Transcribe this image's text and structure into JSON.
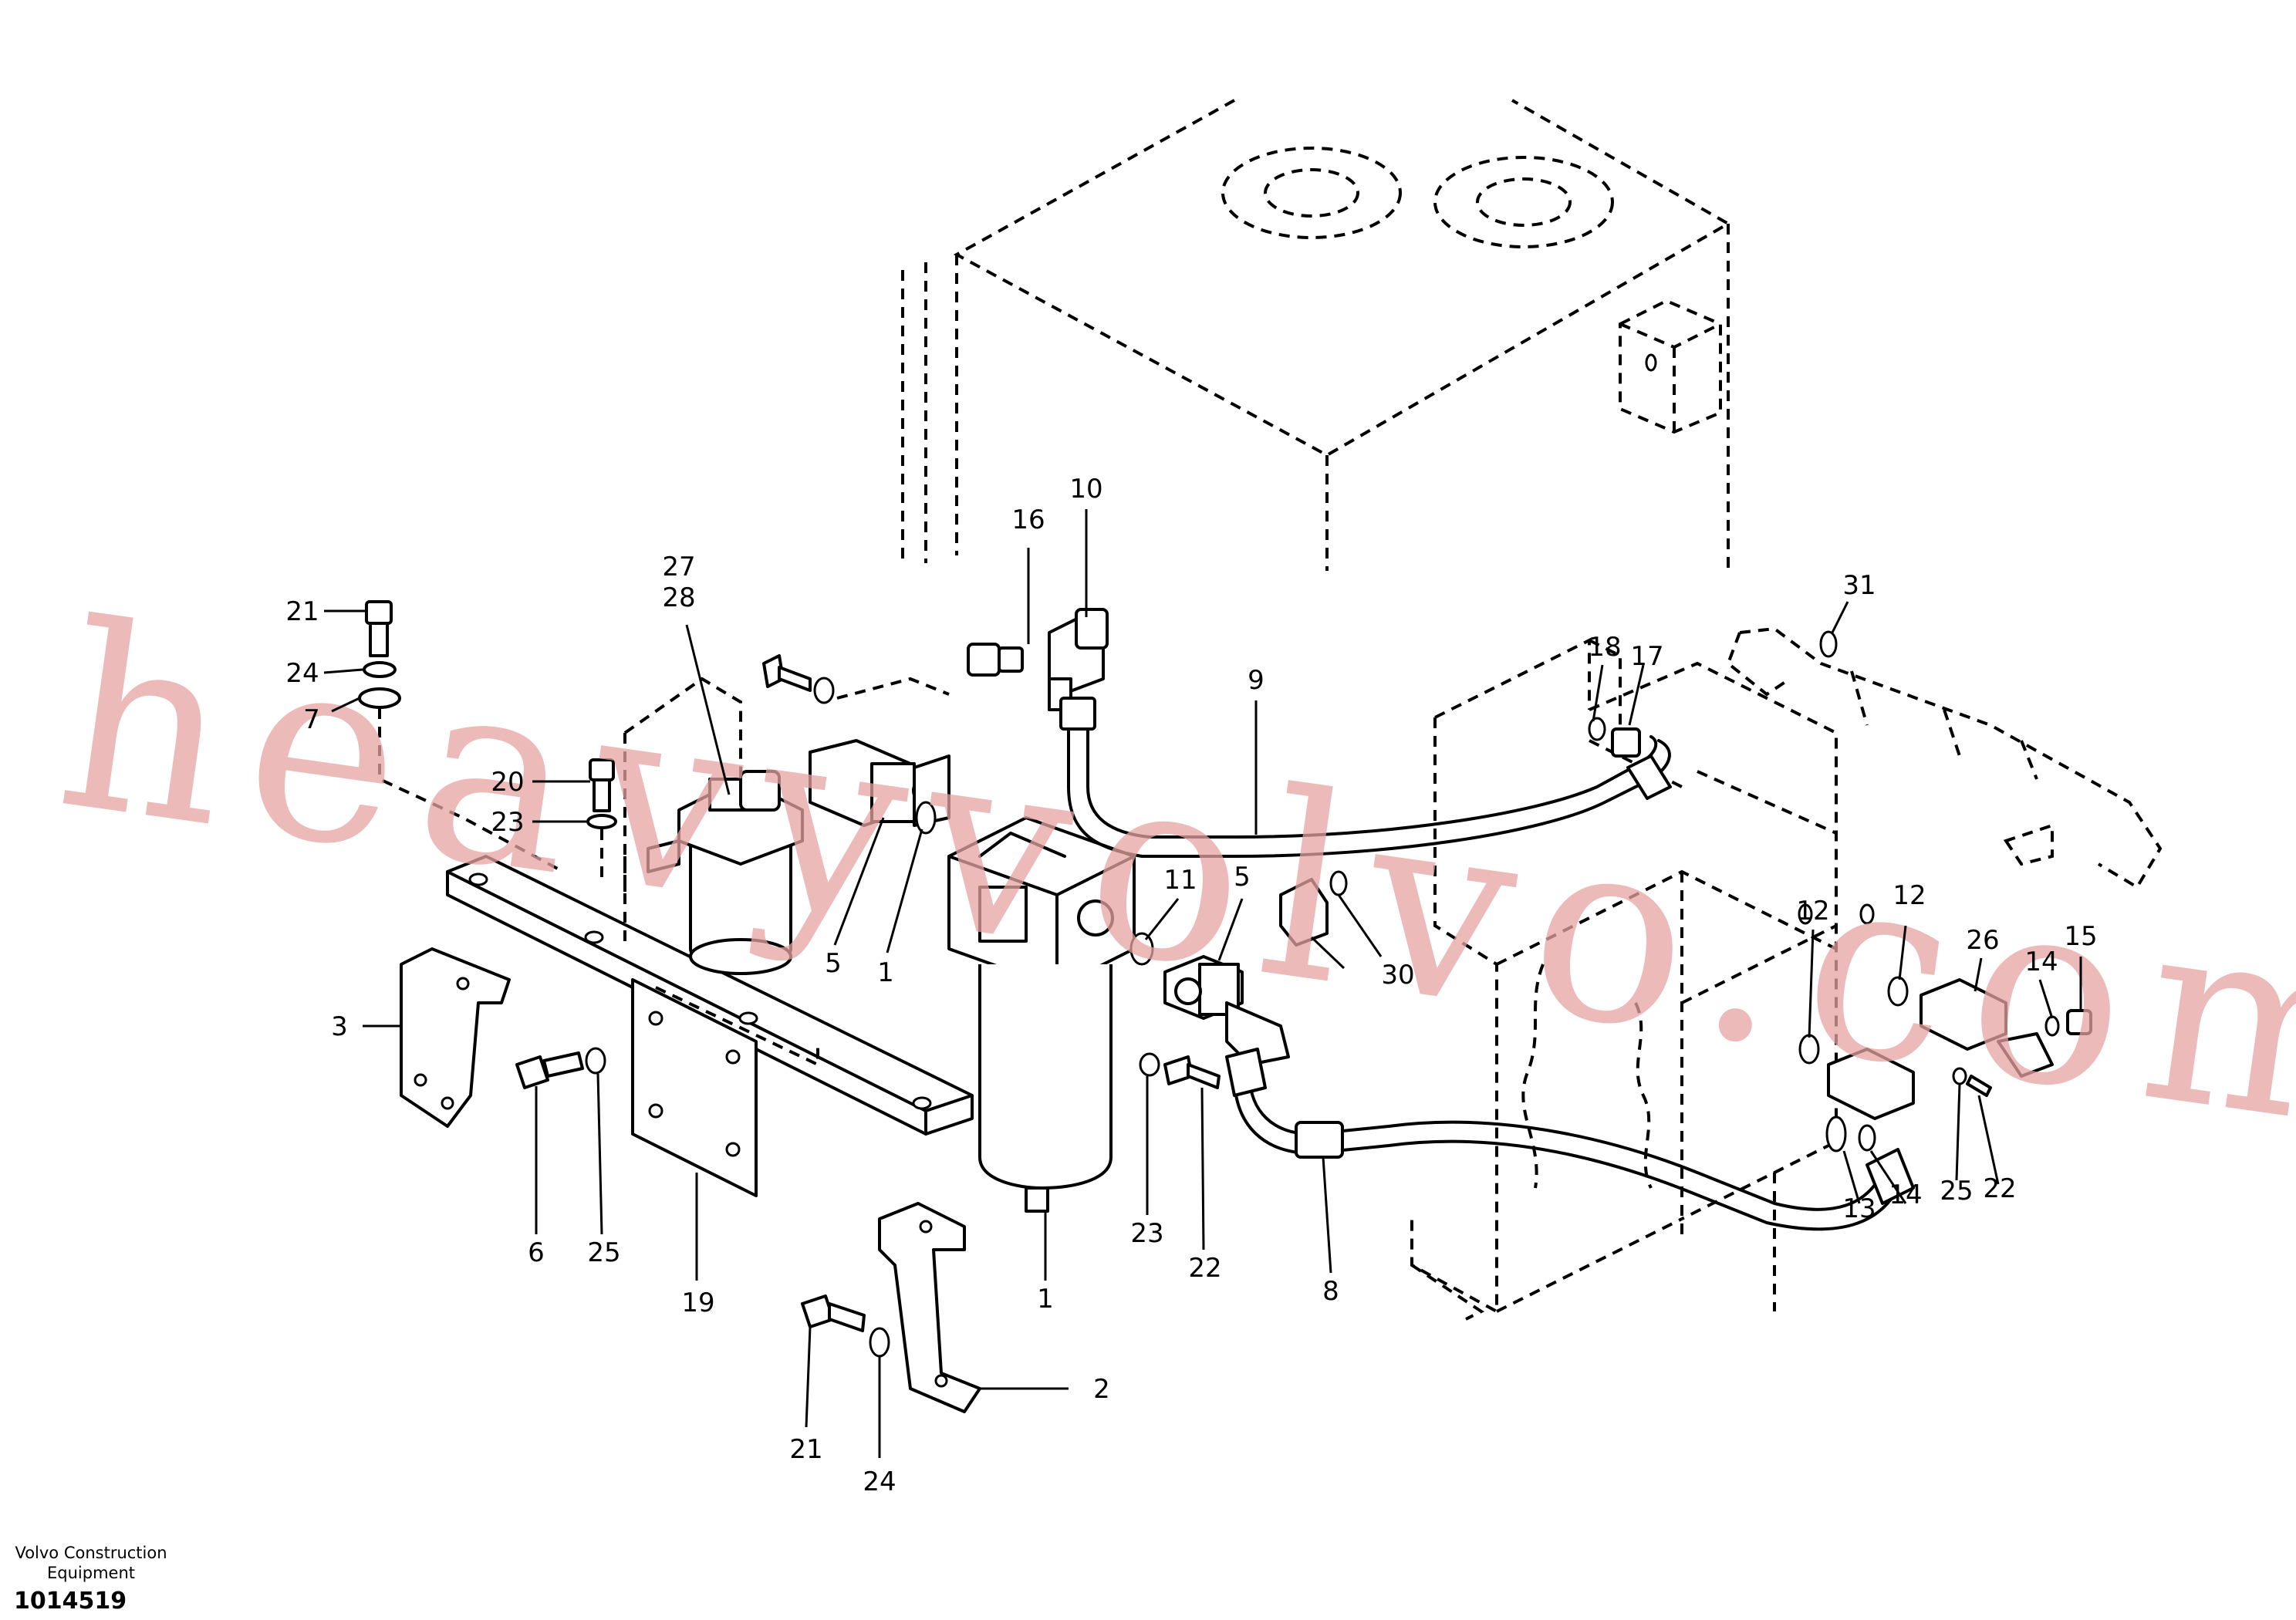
{
  "footer": {
    "brand": "Volvo Construction Equipment",
    "drawing_id": "1014519"
  },
  "watermark": "heavyvolvo.com",
  "callouts": [
    {
      "id": "c21a",
      "label": "21"
    },
    {
      "id": "c24a",
      "label": "24"
    },
    {
      "id": "c7",
      "label": "7"
    },
    {
      "id": "c20",
      "label": "20"
    },
    {
      "id": "c23a",
      "label": "23"
    },
    {
      "id": "c27",
      "label": "27"
    },
    {
      "id": "c28",
      "label": "28"
    },
    {
      "id": "c16",
      "label": "16"
    },
    {
      "id": "c10",
      "label": "10"
    },
    {
      "id": "c9",
      "label": "9"
    },
    {
      "id": "c18",
      "label": "18"
    },
    {
      "id": "c17",
      "label": "17"
    },
    {
      "id": "c31",
      "label": "31"
    },
    {
      "id": "c3",
      "label": "3"
    },
    {
      "id": "c5a",
      "label": "5"
    },
    {
      "id": "c1a",
      "label": "1"
    },
    {
      "id": "c11",
      "label": "11"
    },
    {
      "id": "c5b",
      "label": "5"
    },
    {
      "id": "c30",
      "label": "30"
    },
    {
      "id": "c12a",
      "label": "12"
    },
    {
      "id": "c12b",
      "label": "12"
    },
    {
      "id": "c26",
      "label": "26"
    },
    {
      "id": "c14a",
      "label": "14"
    },
    {
      "id": "c15",
      "label": "15"
    },
    {
      "id": "c6",
      "label": "6"
    },
    {
      "id": "c25a",
      "label": "25"
    },
    {
      "id": "c19",
      "label": "19"
    },
    {
      "id": "c1b",
      "label": "1"
    },
    {
      "id": "c23b",
      "label": "23"
    },
    {
      "id": "c22a",
      "label": "22"
    },
    {
      "id": "c8",
      "label": "8"
    },
    {
      "id": "c13",
      "label": "13"
    },
    {
      "id": "c14b",
      "label": "14"
    },
    {
      "id": "c25b",
      "label": "25"
    },
    {
      "id": "c22b",
      "label": "22"
    },
    {
      "id": "c2",
      "label": "2"
    },
    {
      "id": "c21b",
      "label": "21"
    },
    {
      "id": "c24b",
      "label": "24"
    }
  ]
}
